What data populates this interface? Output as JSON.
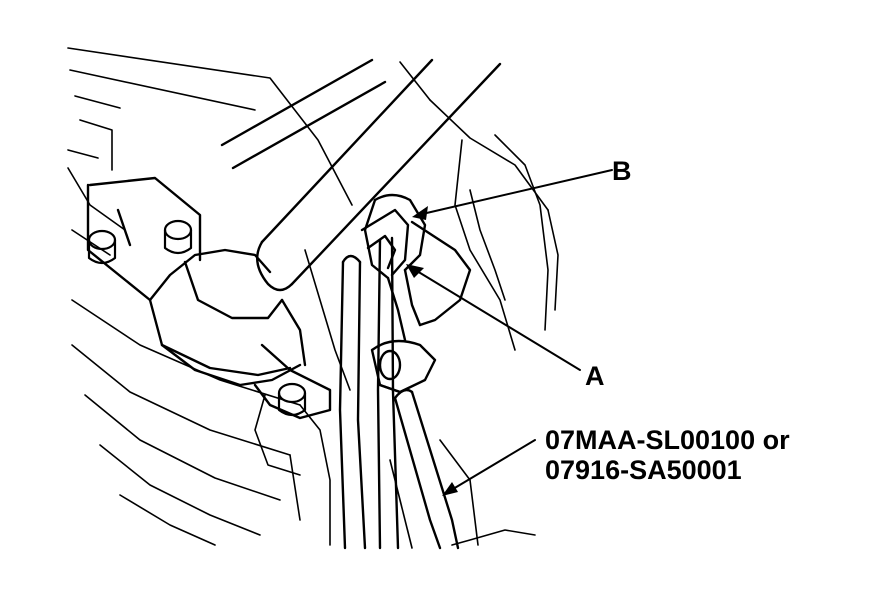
{
  "callouts": {
    "b": "B",
    "a": "A",
    "tool_part_numbers": {
      "line1": "07MAA-SL00100 or",
      "line2": "07916-SA50001"
    }
  },
  "colors": {
    "ink": "#000000",
    "paper": "#ffffff"
  }
}
